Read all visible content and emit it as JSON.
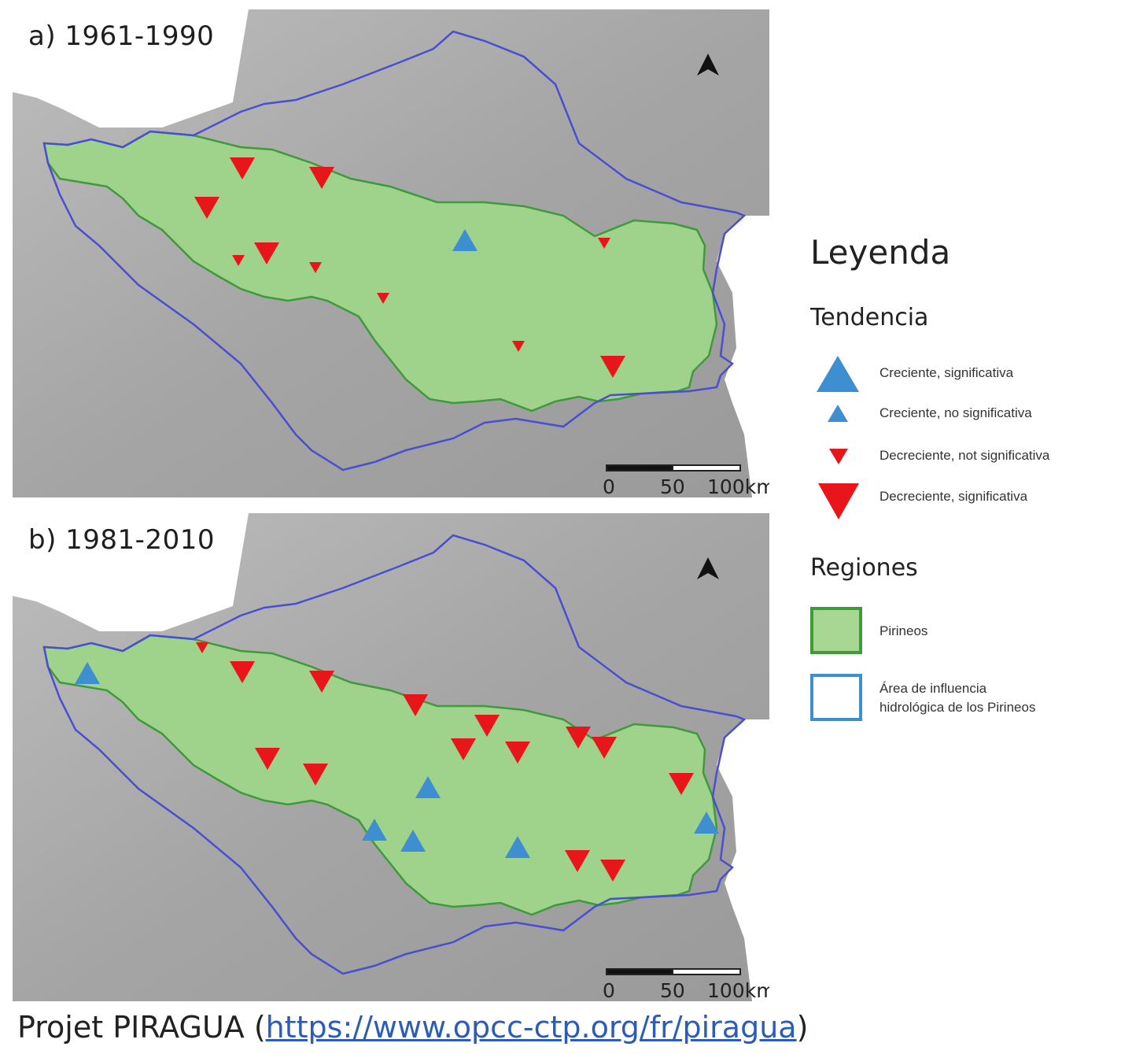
{
  "colors": {
    "background": "#ffffff",
    "terrain": "#a9a9a9",
    "sea": "#ffffff",
    "pyrenees_fill": "#9fd28b",
    "pyrenees_border": "#3f9a3a",
    "influence_border": "#4a4ed0",
    "increasing": "#3d8fd1",
    "decreasing": "#e8161a"
  },
  "panels": [
    {
      "title": "a) 1961-1990",
      "stations": [
        {
          "trend": "decreasing",
          "significant": true
        },
        {
          "trend": "decreasing",
          "significant": true
        },
        {
          "trend": "decreasing",
          "significant": true
        },
        {
          "trend": "decreasing",
          "significant": true
        },
        {
          "trend": "decreasing",
          "significant": false
        },
        {
          "trend": "decreasing",
          "significant": false
        },
        {
          "trend": "decreasing",
          "significant": false
        },
        {
          "trend": "increasing",
          "significant": true
        },
        {
          "trend": "decreasing",
          "significant": false
        },
        {
          "trend": "decreasing",
          "significant": false
        },
        {
          "trend": "decreasing",
          "significant": true
        }
      ]
    },
    {
      "title": "b) 1981-2010",
      "stations": [
        {
          "trend": "increasing",
          "significant": true
        },
        {
          "trend": "decreasing",
          "significant": false
        },
        {
          "trend": "decreasing",
          "significant": true
        },
        {
          "trend": "decreasing",
          "significant": true
        },
        {
          "trend": "decreasing",
          "significant": true
        },
        {
          "trend": "decreasing",
          "significant": true
        },
        {
          "trend": "decreasing",
          "significant": true
        },
        {
          "trend": "decreasing",
          "significant": true
        },
        {
          "trend": "decreasing",
          "significant": true
        },
        {
          "trend": "decreasing",
          "significant": true
        },
        {
          "trend": "decreasing",
          "significant": true
        },
        {
          "trend": "increasing",
          "significant": true
        },
        {
          "trend": "decreasing",
          "significant": true
        },
        {
          "trend": "decreasing",
          "significant": true
        },
        {
          "trend": "increasing",
          "significant": true
        },
        {
          "trend": "increasing",
          "significant": true
        },
        {
          "trend": "increasing",
          "significant": true
        },
        {
          "trend": "decreasing",
          "significant": true
        },
        {
          "trend": "decreasing",
          "significant": true
        },
        {
          "trend": "increasing",
          "significant": true
        }
      ]
    }
  ],
  "scale_bar": {
    "labels": [
      "0",
      "50",
      "100km"
    ]
  },
  "north_arrow": {
    "icon": "north-arrow-icon"
  },
  "legend": {
    "title": "Leyenda",
    "trend_title": "Tendencia",
    "trend_items": [
      {
        "label": "Creciente, significativa",
        "icon": "triangle-up-large-blue"
      },
      {
        "label": "Creciente, no significativa",
        "icon": "triangle-up-small-blue"
      },
      {
        "label": "Decreciente, not significativa",
        "icon": "triangle-down-small-red"
      },
      {
        "label": "Decreciente, significativa",
        "icon": "triangle-down-large-red"
      }
    ],
    "regions_title": "Regiones",
    "region_items": [
      {
        "label": "Pirineos"
      },
      {
        "label_line1": "Área de influencia",
        "label_line2": "hidrológica de los Pirineos"
      }
    ]
  },
  "source": {
    "prefix": "Projet PIRAGUA (",
    "link": "https://www.opcc-ctp.org/fr/piragua",
    "suffix": ")"
  }
}
